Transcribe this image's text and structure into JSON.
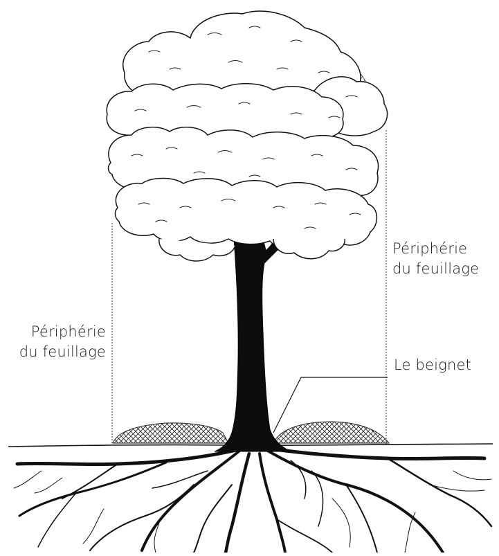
{
  "labels": {
    "foliage_right": "Périphérie\ndu feuillage",
    "foliage_left": "Périphérie\ndu feuillage",
    "beignet": "Le beignet"
  },
  "colors": {
    "ink": "#111111",
    "paper": "#ffffff",
    "hatch": "#333333"
  }
}
